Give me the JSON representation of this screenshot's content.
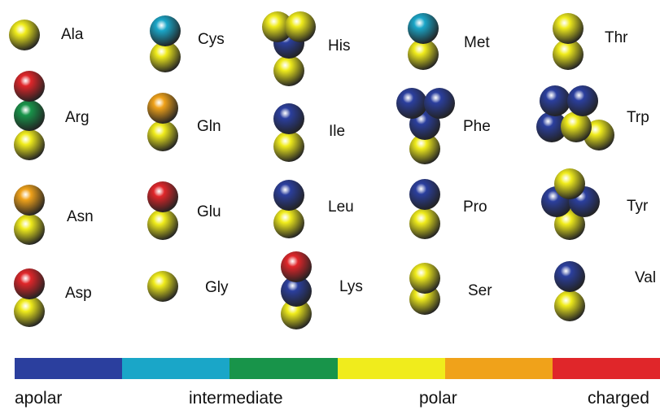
{
  "residues": [
    {
      "name": "Ala",
      "beads": [
        "yellow"
      ]
    },
    {
      "name": "Arg",
      "beads": [
        "red",
        "green",
        "yellow"
      ]
    },
    {
      "name": "Asn",
      "beads": [
        "orange",
        "yellow"
      ]
    },
    {
      "name": "Asp",
      "beads": [
        "red",
        "yellow"
      ]
    },
    {
      "name": "Cys",
      "beads": [
        "cyan",
        "yellow"
      ]
    },
    {
      "name": "Gln",
      "beads": [
        "orange",
        "yellow"
      ]
    },
    {
      "name": "Glu",
      "beads": [
        "red",
        "yellow"
      ]
    },
    {
      "name": "Gly",
      "beads": [
        "yellow"
      ]
    },
    {
      "name": "His",
      "beads": [
        "yellow",
        "yellow",
        "blue",
        "yellow"
      ]
    },
    {
      "name": "Ile",
      "beads": [
        "blue",
        "yellow"
      ]
    },
    {
      "name": "Leu",
      "beads": [
        "blue",
        "yellow"
      ]
    },
    {
      "name": "Lys",
      "beads": [
        "red",
        "blue",
        "yellow"
      ]
    },
    {
      "name": "Met",
      "beads": [
        "cyan",
        "yellow"
      ]
    },
    {
      "name": "Phe",
      "beads": [
        "blue",
        "blue",
        "blue",
        "yellow"
      ]
    },
    {
      "name": "Pro",
      "beads": [
        "blue",
        "yellow"
      ]
    },
    {
      "name": "Ser",
      "beads": [
        "yellow",
        "yellow"
      ]
    },
    {
      "name": "Thr",
      "beads": [
        "yellow",
        "yellow"
      ]
    },
    {
      "name": "Trp",
      "beads": [
        "blue",
        "blue",
        "blue",
        "yellow",
        "yellow"
      ]
    },
    {
      "name": "Tyr",
      "beads": [
        "yellow",
        "blue",
        "blue",
        "yellow"
      ]
    },
    {
      "name": "Val",
      "beads": [
        "blue",
        "yellow"
      ]
    }
  ],
  "colors": {
    "blue": "#2b3f9e",
    "cyan": "#1aa6c8",
    "green": "#18944a",
    "yellow": "#f0ec1c",
    "orange": "#f0a21a",
    "red": "#e0262a"
  },
  "scale": {
    "segments": [
      "#2b3f9e",
      "#1aa6c8",
      "#18944a",
      "#f0ec1c",
      "#f0a21a",
      "#e0262a"
    ],
    "labels": {
      "apolar": "apolar",
      "intermediate": "intermediate",
      "polar": "polar",
      "charged": "charged"
    }
  }
}
